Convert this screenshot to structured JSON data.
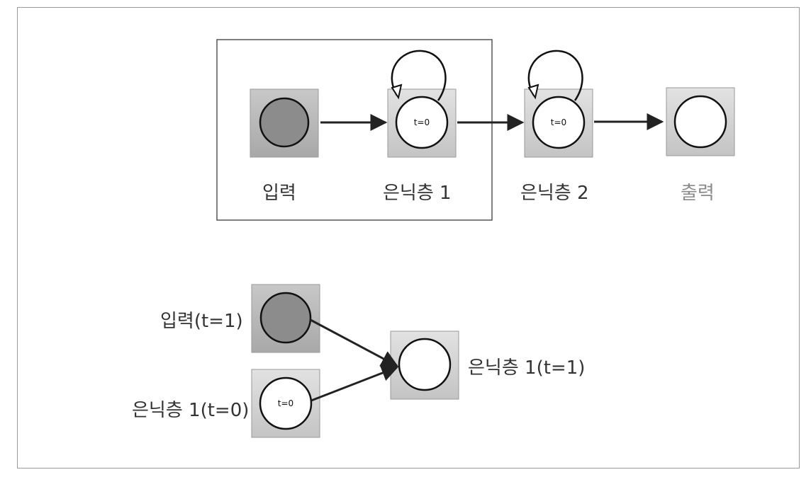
{
  "top_diagram": {
    "input_label": "입력",
    "hidden1_label": "은닉층 1",
    "hidden2_label": "은닉층 2",
    "output_label": "출력",
    "hidden1_state": "t=0",
    "hidden2_state": "t=0"
  },
  "bottom_diagram": {
    "input_label": "입력(t=1)",
    "prev_hidden_label": "은닉층 1(t=0)",
    "prev_hidden_state": "t=0",
    "hidden_label": "은닉층 1(t=1)"
  },
  "colors": {
    "square_fill": "#d2d2d2",
    "input_circle": "#8c8c8c",
    "hidden_circle": "#ffffff",
    "line": "#222222",
    "output_label": "#8a8a8a"
  }
}
